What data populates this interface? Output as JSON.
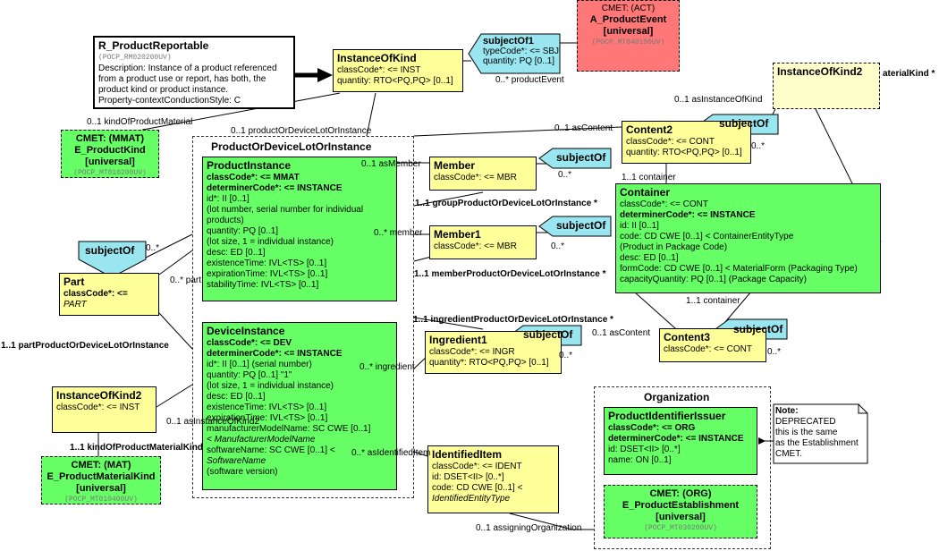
{
  "diagram": {
    "r_product_reportable": {
      "name": "R_ProductReportable",
      "code": "(POCP_RM020200UV)",
      "description": "Description: Instance of a product referenced from a product use  or report, has both, the product kind or product instance.",
      "style": "Property-contextConductionStyle: C"
    },
    "instance_of_kind_top": {
      "name": "InstanceOfKind",
      "class_code": "classCode*: <= INST",
      "quantity": "quantity: RTO<PQ,PQ> [0..1]"
    },
    "subject_of1": {
      "name": "subjectOf1",
      "type_code": "typeCode*: <= SBJ",
      "quantity": "quantity: PQ [0..1]"
    },
    "cmet_product_event": {
      "line1": "CMET: (ACT)",
      "line2": "A_ProductEvent",
      "line3": "[universal]",
      "code": "(POCP_MT040100UV)"
    },
    "instance_of_kind2_right": {
      "name": "InstanceOfKind2",
      "cut_label": "aterialKind  *"
    },
    "cmet_product_kind": {
      "line1": "CMET: (MMAT)",
      "line2": "E_ProductKind",
      "line3": "[universal]",
      "code": "(POCP_MT010200UV)"
    },
    "group_title": "ProductOrDeviceLotOrInstance",
    "product_instance": {
      "name": "ProductInstance",
      "lines": [
        "classCode*: <= MMAT",
        "determinerCode*: <= INSTANCE",
        "id*: II [0..1]",
        " (lot number, serial number for individual products)",
        "quantity: PQ [0..1]",
        " (lot size, 1 = individual instance)",
        "desc: ED [0..1]",
        "existenceTime: IVL<TS> [0..1]",
        "expirationTime: IVL<TS> [0..1]",
        "stabilityTime: IVL<TS> [0..1]"
      ]
    },
    "device_instance": {
      "name": "DeviceInstance",
      "lines": [
        "classCode*: <= DEV",
        "determinerCode*: <= INSTANCE",
        "id*: II [0..1] (serial number)",
        "quantity: PQ [0..1] \"1\"",
        " (lot size, 1 = individual instance)",
        "desc: ED [0..1]",
        "existenceTime: IVL<TS> [0..1]",
        "expirationTime: IVL<TS> [0..1]",
        "manufacturerModelName: SC CWE [0..1]",
        "< ManufacturerModelName",
        "softwareName: SC CWE [0..1] <",
        "SoftwareName",
        " (software version)"
      ]
    },
    "part": {
      "name": "Part",
      "class_code": "classCode*: <=",
      "class_value": "PART"
    },
    "instance_of_kind2_left": {
      "name": "InstanceOfKind2",
      "class_code": "classCode*: <= INST"
    },
    "cmet_material_kind": {
      "line1": "CMET: (MAT)",
      "line2": "E_ProductMaterialKind",
      "line3": "[universal]",
      "code": "(POCP_MT010400UV)"
    },
    "member": {
      "name": "Member",
      "class_code": "classCode*: <= MBR"
    },
    "member1": {
      "name": "Member1",
      "class_code": "classCode*: <= MBR"
    },
    "ingredient1": {
      "name": "Ingredient1",
      "class_code": "classCode*: <= INGR",
      "quantity": "quantity*: RTO<PQ,PQ> [0..1]"
    },
    "identified_item": {
      "name": "IdentifiedItem",
      "class_code": "classCode*: <= IDENT",
      "id": "id: DSET<II> [0..*]",
      "code": "code: CD CWE [0..1] <",
      "code_value": "IdentifiedEntityType"
    },
    "content2": {
      "name": "Content2",
      "class_code": "classCode*: <= CONT",
      "quantity": "quantity: RTO<PQ,PQ> [0..1]"
    },
    "container": {
      "name": "Container",
      "lines": [
        "classCode*: <= CONT",
        "determinerCode*: <= INSTANCE",
        "id: II [0..1]",
        "code: CD CWE [0..1] < ContainerEntityType",
        " (Product in Package Code)",
        "desc: ED [0..1]",
        "formCode: CD CWE [0..1] < MaterialForm (Packaging Type)",
        "capacityQuantity: PQ [0..1] (Package Capacity)"
      ]
    },
    "content3": {
      "name": "Content3",
      "class_code": "classCode*: <= CONT"
    },
    "organization_title": "Organization",
    "product_identifier_issuer": {
      "name": "ProductIdentifierIssuer",
      "lines": [
        "classCode*: <= ORG",
        "determinerCode*: <= INSTANCE",
        "id: DSET<II> [0..*]",
        "name: ON [0..1]"
      ]
    },
    "cmet_establishment": {
      "line1": "CMET: (ORG)",
      "line2": "E_ProductEstablishment",
      "line3": "[universal]",
      "code": "(POCP_MT030200UV)"
    },
    "note": {
      "title": "Note:",
      "lines": [
        "DEPRECATED",
        "this is the same",
        "as the Establishment",
        "CMET."
      ]
    },
    "subject_of_label": "subjectOf",
    "labels": {
      "kind_of_product_material": "0..1 kindOfProductMaterial",
      "product_event": "0..* productEvent",
      "as_instance_of_kind": "0..1 asInstanceOfKind",
      "product_or_device": "0..1 productOrDeviceLotOrInstance",
      "as_content_top": "0..1 asContent",
      "as_member": "0..1 asMember",
      "zero_star_a": "0..*",
      "zero_star_b": "0..*",
      "zero_star_c": "0..*",
      "zero_star_d": "0..*",
      "zero_star_e": "0..*",
      "zero_star_f": "0..*",
      "container_top": "1..1 container",
      "group_member_a": "1..1 groupProductOrDeviceLotOrInstance  *",
      "member_role": "0..* member",
      "part_role": "0..* part",
      "member_product_b": "1..1 memberProductOrDeviceLotOrInstance  *",
      "container_bottom": "1..1 container",
      "ingredient_product": "1..1 ingredientProductOrDeviceLotOrInstance  *",
      "as_content_bottom": "0..1 asContent",
      "part_product": "1..1 partProductOrDeviceLotOrInstance",
      "ingredient_role": "0..* ingredient",
      "as_instance_of_kind2": "0..1 asInstanceOfKind2",
      "kind_of_product_material_kind": "1..1 kindOfProductMaterialKind",
      "as_identified_item": "0..* asIdentifiedItem",
      "assigning_org": "0..1 assigningOrganization"
    }
  }
}
